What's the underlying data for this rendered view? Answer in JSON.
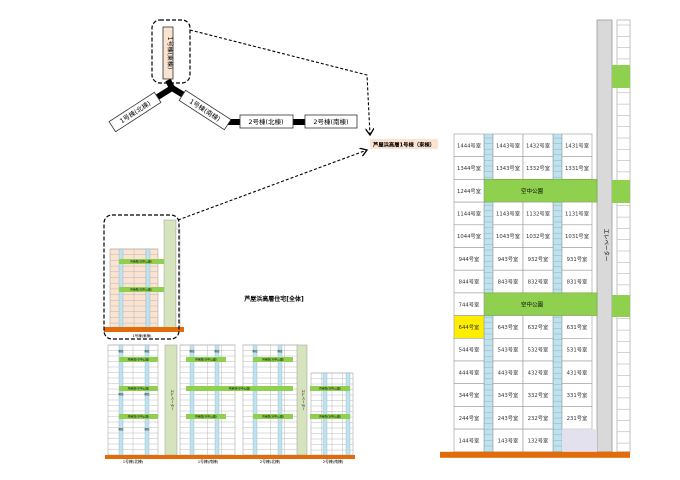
{
  "overview": {
    "east_wing": "1号棟(東棟)",
    "north_wing_1": "1号棟(北棟)",
    "south_wing_1": "1号棟(南棟)",
    "north_wing_2": "2号棟(北棟)",
    "south_wing_2": "2号棟(南棟)",
    "detail_title": "芦屋浜高層1号棟（東棟）",
    "whole_title": "芦屋浜高層住宅[全体]"
  },
  "labels": {
    "sky_park": "空中公園",
    "common_floor": "共用階(空中公園)",
    "stairs": "階段",
    "elevator": "エレベーター"
  },
  "floor_plan": {
    "highlight_room": "644号室",
    "highlight_color": "#ffee00",
    "rows": [
      {
        "type": "rooms",
        "rooms": [
          "1444号室",
          "1443号室",
          "1432号室",
          "1431号室"
        ]
      },
      {
        "type": "rooms",
        "rooms": [
          "1344号室",
          "1343号室",
          "1332号室",
          "1331号室"
        ]
      },
      {
        "type": "park",
        "rooms": [
          "1244号室"
        ]
      },
      {
        "type": "rooms",
        "rooms": [
          "1144号室",
          "1143号室",
          "1132号室",
          "1131号室"
        ]
      },
      {
        "type": "rooms",
        "rooms": [
          "1044号室",
          "1043号室",
          "1032号室",
          "1031号室"
        ]
      },
      {
        "type": "rooms",
        "rooms": [
          "944号室",
          "943号室",
          "932号室",
          "931号室"
        ]
      },
      {
        "type": "rooms",
        "rooms": [
          "844号室",
          "843号室",
          "832号室",
          "831号室"
        ]
      },
      {
        "type": "park",
        "rooms": [
          "744号室"
        ]
      },
      {
        "type": "rooms",
        "rooms": [
          "644号室",
          "643号室",
          "632号室",
          "631号室"
        ]
      },
      {
        "type": "rooms",
        "rooms": [
          "544号室",
          "543号室",
          "532号室",
          "531号室"
        ]
      },
      {
        "type": "rooms",
        "rooms": [
          "444号室",
          "443号室",
          "432号室",
          "431号室"
        ]
      },
      {
        "type": "rooms",
        "rooms": [
          "344号室",
          "343号室",
          "332号室",
          "331号室"
        ]
      },
      {
        "type": "rooms",
        "rooms": [
          "244号室",
          "243号室",
          "232号室",
          "231号室"
        ]
      },
      {
        "type": "rooms",
        "rooms": [
          "144号室",
          "143号室",
          "132号室"
        ]
      }
    ]
  },
  "buildings": [
    {
      "label": "1号棟(北棟)"
    },
    {
      "label": "1号棟(南棟)"
    },
    {
      "label": "2号棟(北棟)"
    },
    {
      "label": "2号棟(南棟)"
    }
  ],
  "mini_label": "1号棟(東棟)",
  "colors": {
    "park_green": "#8fd14f",
    "stair_blue": "#bfe2ee",
    "elevator_grey": "#d9d9d9",
    "elevator_green": "#d6e4bd",
    "base_orange": "#e36c0a",
    "room_peach": "#fbe3d2"
  }
}
